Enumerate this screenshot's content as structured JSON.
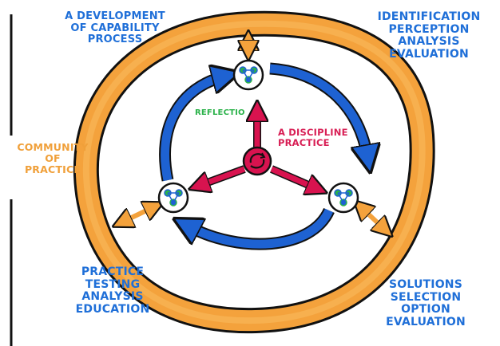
{
  "labels": {
    "top_left": "A DEVELOPMENT\nOF CAPABILITY\nPROCESS",
    "top_right": "IDENTIFICATION\nPERCEPTION\nANALYSIS\nEVALUATION",
    "left": "COMMUNITY\nOF\nPRACTICE",
    "bottom_left": "PRACTICE\nTESTING\nANALYSIS\nEDUCATION",
    "bottom_right": "SOLUTIONS\nSELECTION\nOPTION\nEVALUATION",
    "center": "A DISCIPLINE\nPRACTICE",
    "reflection": "REFLECTIO"
  },
  "colors": {
    "blue_text": "#1f6fd8",
    "orange_ring": "#f4a23c",
    "blue_cycle": "#1e62d2",
    "pink_arrows": "#d8134f",
    "green_text": "#2bb24a"
  },
  "icons": [
    "people-network-icon",
    "cycle-icon"
  ]
}
